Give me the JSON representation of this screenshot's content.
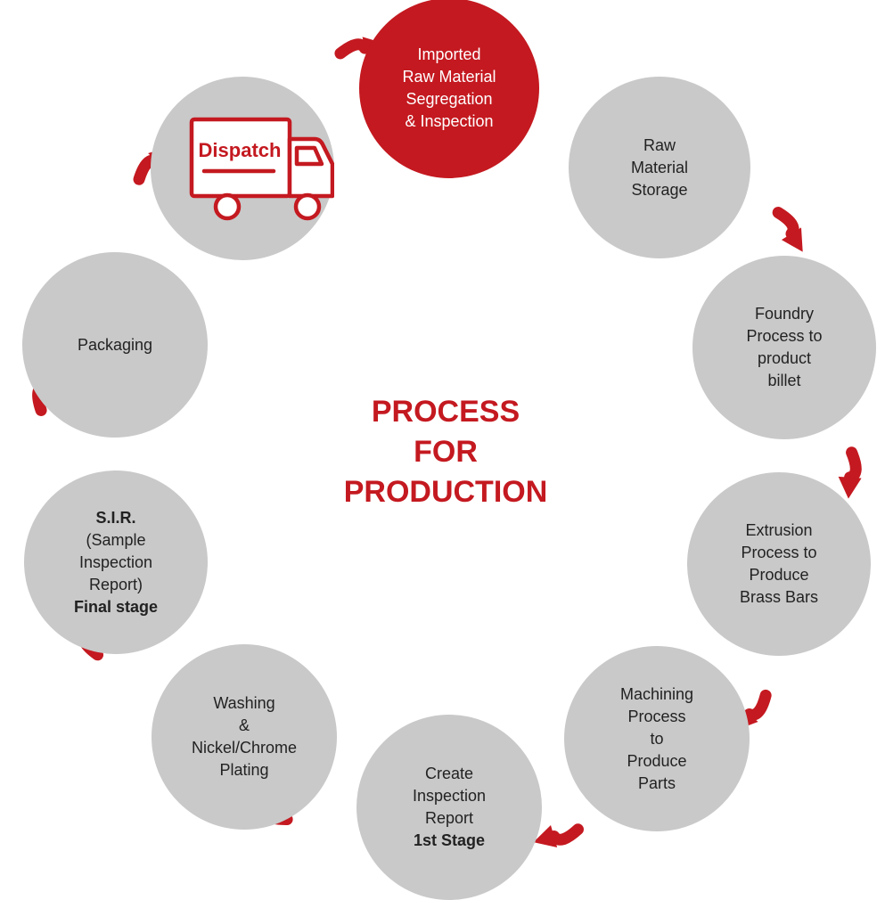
{
  "colors": {
    "accent": "#c41920",
    "node_fill": "#c9c9c9",
    "text": "#222222"
  },
  "title": [
    "PROCESS",
    "FOR",
    "PRODUCTION"
  ],
  "steps": [
    {
      "id": "imported-raw-material",
      "lines": [
        {
          "text": "Imported"
        },
        {
          "text": "Raw Material"
        },
        {
          "text": "Segregation"
        },
        {
          "text": "& Inspection"
        }
      ],
      "highlight": true
    },
    {
      "id": "raw-material-storage",
      "lines": [
        {
          "text": "Raw"
        },
        {
          "text": "Material"
        },
        {
          "text": "Storage"
        }
      ]
    },
    {
      "id": "foundry-process",
      "lines": [
        {
          "text": "Foundry"
        },
        {
          "text": "Process to"
        },
        {
          "text": "product"
        },
        {
          "text": "billet"
        }
      ]
    },
    {
      "id": "extrusion-process",
      "lines": [
        {
          "text": "Extrusion"
        },
        {
          "text": "Process to"
        },
        {
          "text": "Produce"
        },
        {
          "text": "Brass Bars"
        }
      ]
    },
    {
      "id": "machining-process",
      "lines": [
        {
          "text": "Machining"
        },
        {
          "text": "Process"
        },
        {
          "text": "to"
        },
        {
          "text": "Produce"
        },
        {
          "text": "Parts"
        }
      ]
    },
    {
      "id": "create-inspection-report",
      "lines": [
        {
          "text": "Create"
        },
        {
          "text": "Inspection"
        },
        {
          "text": "Report"
        },
        {
          "text": "1st Stage",
          "bold": true
        }
      ]
    },
    {
      "id": "washing-plating",
      "lines": [
        {
          "text": "Washing"
        },
        {
          "text": "&"
        },
        {
          "text": "Nickel/Chrome"
        },
        {
          "text": "Plating"
        }
      ]
    },
    {
      "id": "sir-final-stage",
      "lines": [
        {
          "text": "S.I.R.",
          "bold": true
        },
        {
          "text": "(Sample"
        },
        {
          "text": "Inspection"
        },
        {
          "text": "Report)"
        },
        {
          "text": "Final stage",
          "bold": true
        }
      ]
    },
    {
      "id": "packaging",
      "lines": [
        {
          "text": "Packaging"
        }
      ]
    },
    {
      "id": "dispatch",
      "lines": [],
      "icon": "delivery-truck-icon",
      "icon_label": "Dispatch"
    }
  ],
  "arrow_icon": "curved-arrow-icon"
}
